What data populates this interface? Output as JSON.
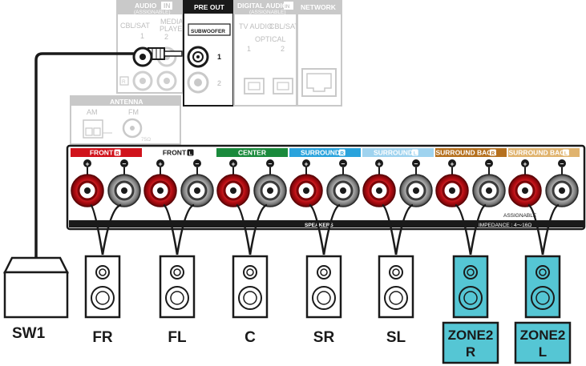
{
  "colors": {
    "front_r": "#d0121b",
    "center": "#1a8a3c",
    "surround_r": "#2aa3dc",
    "surround_l": "#9fd3ef",
    "surround_back_r": "#b5701e",
    "surround_back_l": "#e0b36e",
    "zone_fill": "#55c6d4",
    "panel_gray": "#c9c9c9"
  },
  "top_panel": {
    "audio_in": {
      "title": "AUDIO",
      "in_tag": "IN",
      "assignable": "(ASSIGNABLE)",
      "col1_label": "CBL/SAT",
      "col1_num": "1",
      "col2_label_line1": "MEDIA",
      "col2_label_line2": "PLAYER",
      "col2_num": "2",
      "r_tag": "R"
    },
    "pre_out": {
      "title": "PRE OUT",
      "subwoofer_label": "SUBWOOFER",
      "num1": "1",
      "num2": "2"
    },
    "digital_audio_in": {
      "title": "DIGITAL AUDIO",
      "in_tag": "IN",
      "assignable": "(ASSIGNABLE)",
      "tv_audio": "TV AUDIO",
      "cbl_sat": "CBL/SAT",
      "optical": "OPTICAL",
      "num1": "1",
      "num2": "2"
    },
    "network": {
      "title": "NETWORK"
    },
    "antenna": {
      "title": "ANTENNA",
      "am": "AM",
      "fm": "FM",
      "ohm": "75Ω"
    }
  },
  "speaker_panel": {
    "groups": [
      {
        "label": "FRONT",
        "tag": "R",
        "color_key": "front_r"
      },
      {
        "label": "FRONT",
        "tag": "L",
        "color_key": "white"
      },
      {
        "label": "CENTER",
        "tag": "",
        "color_key": "center"
      },
      {
        "label": "SURROUND",
        "tag": "R",
        "color_key": "surround_r"
      },
      {
        "label": "SURROUND",
        "tag": "L",
        "color_key": "surround_l"
      },
      {
        "label": "SURROUND BACK",
        "tag": "R",
        "color_key": "surround_back_r"
      },
      {
        "label": "SURROUND BACK",
        "tag": "L",
        "color_key": "surround_back_l"
      }
    ],
    "plus_sign": "+",
    "minus_sign": "−",
    "speakers_label": "SPEAKERS",
    "assignable": "ASSIGNABLE",
    "impedance": "IMPEDANCE : 4～16Ω"
  },
  "speakers": [
    {
      "label": "FR",
      "zone": false
    },
    {
      "label": "FL",
      "zone": false
    },
    {
      "label": "C",
      "zone": false
    },
    {
      "label": "SR",
      "zone": false
    },
    {
      "label": "SL",
      "zone": false
    },
    {
      "label_line1": "ZONE2",
      "label_line2": "R",
      "zone": true
    },
    {
      "label_line1": "ZONE2",
      "label_line2": "L",
      "zone": true
    }
  ],
  "subwoofer": {
    "label": "SW1"
  }
}
